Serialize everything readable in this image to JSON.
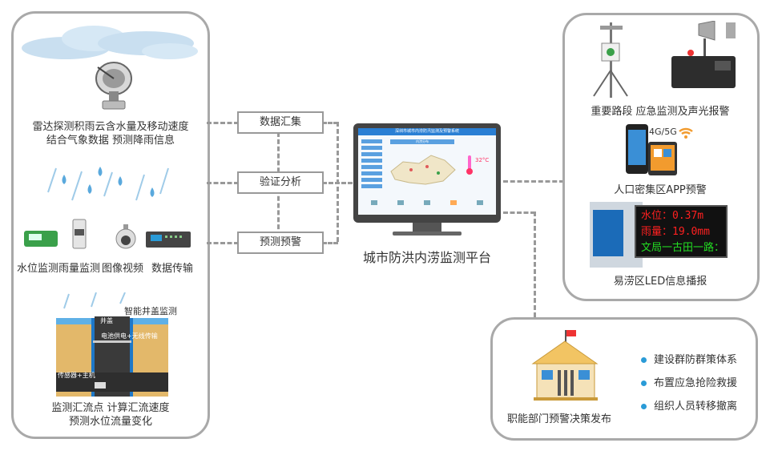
{
  "left_panel": {
    "radar_caption_1": "雷达探测积雨云含水量及移动速度",
    "radar_caption_2": "结合气象数据  预测降雨信息",
    "device_labels": [
      "水位监测",
      "雨量监测",
      "图像视频",
      "数据传输"
    ],
    "manhole_title": "智能井盖监测",
    "manhole_lid": "井盖",
    "manhole_power": "电池供电+无线传输",
    "manhole_sensor": "传感器+主机",
    "bottom_caption_1": "监测汇流点   计算汇流速度",
    "bottom_caption_2": "预测水位流量变化"
  },
  "process": {
    "steps": [
      "数据汇集",
      "验证分析",
      "预测预警"
    ]
  },
  "center": {
    "monitor_title": "城市防洪内涝监测平台",
    "screen_header": "深圳市城市内涝防汛监测及预警系统",
    "screen_map_title": "内涝分布",
    "screen_weather": "32°C"
  },
  "right_panel": {
    "road_caption": "重要路段  应急监测及声光报警",
    "network_badge": "4G/5G",
    "app_caption": "人口密集区APP预警",
    "led_line1": "水位：0.37m",
    "led_line2": "雨量：19.0mm",
    "led_line3": "文局一古田一路：",
    "led_caption": "易涝区LED信息播报"
  },
  "dept_panel": {
    "caption": "职能部门预警决策发布",
    "bullets": [
      "建设群防群策体系",
      "布置应急抢险救援",
      "组织人员转移撤离"
    ]
  },
  "colors": {
    "accent_blue": "#2a9bd7",
    "border_gray": "#a9a9a9",
    "led_red": "#ff2020",
    "led_green": "#22dd22"
  }
}
